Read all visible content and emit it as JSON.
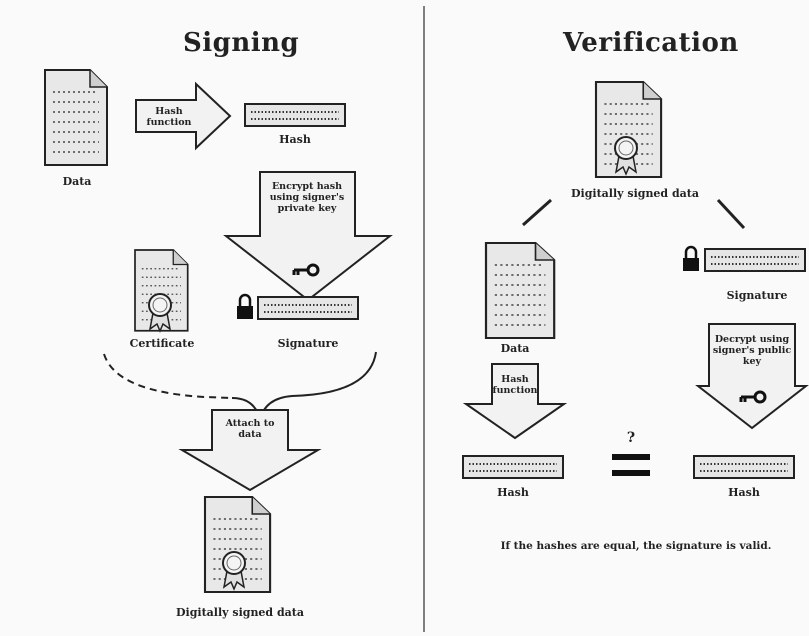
{
  "signing": {
    "title": "Signing",
    "data_label": "Data",
    "hash_function_label": "Hash function",
    "hash_label": "Hash",
    "encrypt_label": "Encrypt hash using signer's private key",
    "certificate_label": "Certificate",
    "signature_label": "Signature",
    "attach_label": "Attach to data",
    "signed_data_label": "Digitally signed data"
  },
  "verification": {
    "title": "Verification",
    "signed_data_label": "Digitally signed data",
    "data_label": "Data",
    "signature_label": "Signature",
    "hash_function_label": "Hash function",
    "decrypt_label": "Decrypt using signer's public key",
    "hash_left_label": "Hash",
    "hash_right_label": "Hash",
    "question_mark": "?",
    "conclusion": "If the hashes are equal, the signature is valid."
  },
  "colors": {
    "ink": "#222222",
    "paper": "#ececec",
    "fill": "#dcdcdc"
  },
  "icons": [
    "document-icon",
    "certificate-document-icon",
    "padlock-icon",
    "key-icon",
    "arrow-right",
    "arrow-down",
    "equals-sign"
  ]
}
